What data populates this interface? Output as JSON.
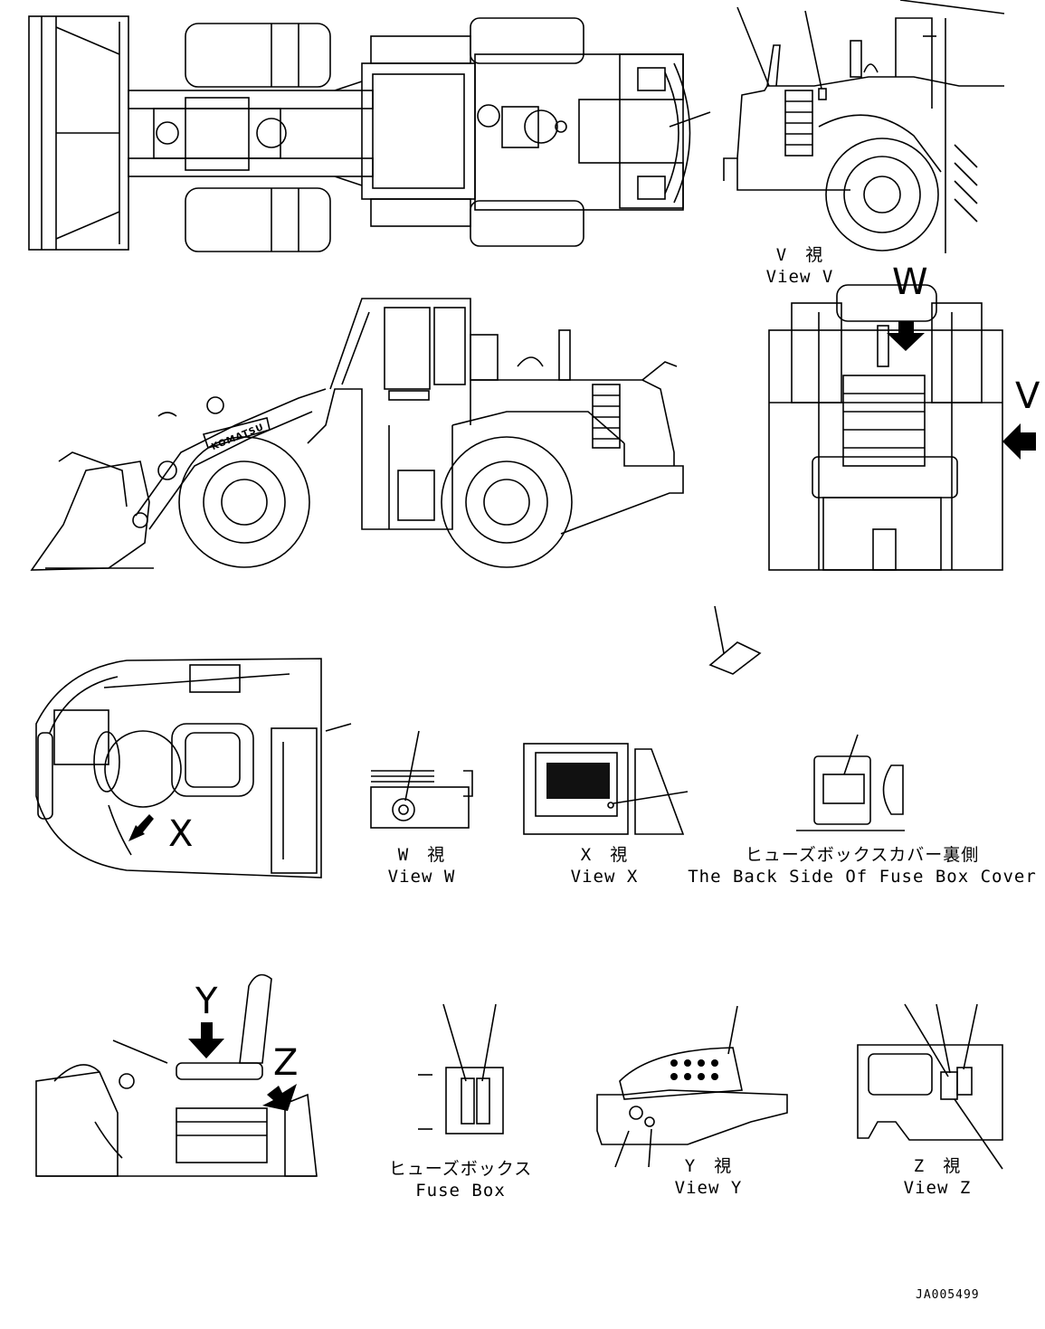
{
  "views": {
    "v": {
      "jp": "V　視",
      "en": "View V"
    },
    "w": {
      "jp": "W　視",
      "en": "View W"
    },
    "x": {
      "jp": "X　視",
      "en": "View X"
    },
    "fuse_cover": {
      "jp": "ヒューズボックスカバー裏側",
      "en": "The Back Side Of Fuse Box Cover"
    },
    "fuse_box": {
      "jp": "ヒューズボックス",
      "en": "Fuse Box"
    },
    "y": {
      "jp": "Y　視",
      "en": "View Y"
    },
    "z": {
      "jp": "Z　視",
      "en": "View Z"
    }
  },
  "arrow_letters": {
    "w": "W",
    "v": "V",
    "x": "X",
    "y": "Y",
    "z": "Z"
  },
  "brand_text": "KOMATSU",
  "drawing_code": "JA005499"
}
